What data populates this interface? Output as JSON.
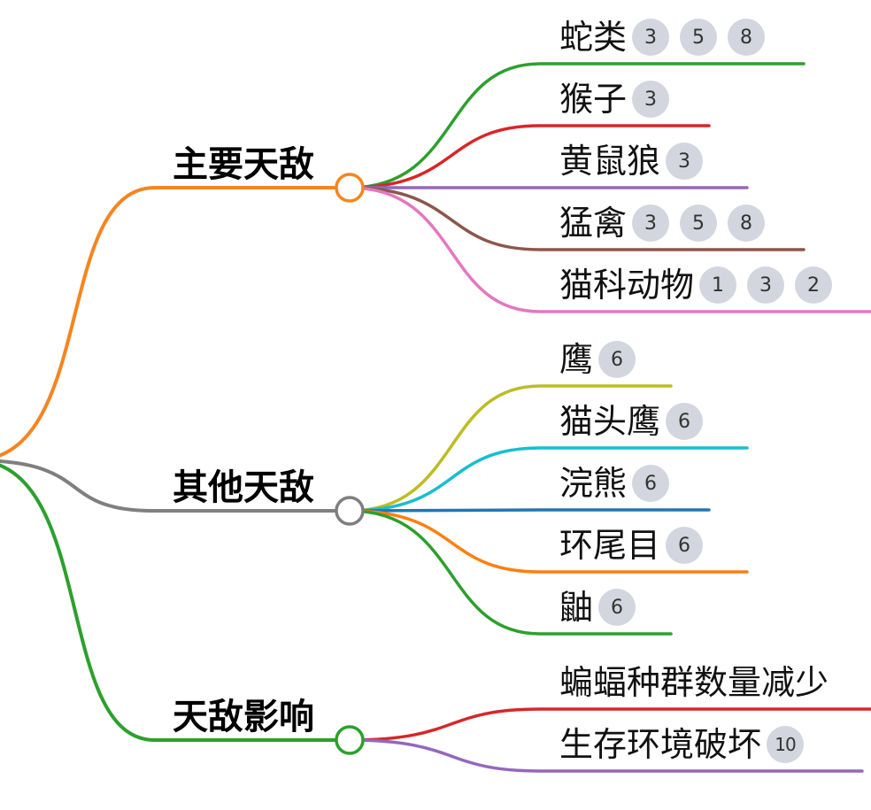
{
  "mindmap": {
    "branches": [
      {
        "label": "主要天敌",
        "color": "#f5851f",
        "leaves": [
          {
            "text": "蛇类",
            "badges": [
              "3",
              "5",
              "8"
            ],
            "color": "#2ca02c"
          },
          {
            "text": "猴子",
            "badges": [
              "3"
            ],
            "color": "#d62728"
          },
          {
            "text": "黄鼠狼",
            "badges": [
              "3"
            ],
            "color": "#9467bd"
          },
          {
            "text": "猛禽",
            "badges": [
              "3",
              "5",
              "8"
            ],
            "color": "#8c564b"
          },
          {
            "text": "猫科动物",
            "badges": [
              "1",
              "3",
              "2"
            ],
            "color": "#e377c2"
          }
        ]
      },
      {
        "label": "其他天敌",
        "color": "#7f7f7f",
        "leaves": [
          {
            "text": "鹰",
            "badges": [
              "6"
            ],
            "color": "#bcbd22"
          },
          {
            "text": "猫头鹰",
            "badges": [
              "6"
            ],
            "color": "#17becf"
          },
          {
            "text": "浣熊",
            "badges": [
              "6"
            ],
            "color": "#1f77b4"
          },
          {
            "text": "环尾目",
            "badges": [
              "6"
            ],
            "color": "#ff7f0e"
          },
          {
            "text": "鼬",
            "badges": [
              "6"
            ],
            "color": "#2ca02c"
          }
        ]
      },
      {
        "label": "天敌影响",
        "color": "#2ca02c",
        "leaves": [
          {
            "text": "蝙蝠种群数量减少",
            "badges": [],
            "color": "#d62728"
          },
          {
            "text": "生存环境破坏",
            "badges": [
              "10"
            ],
            "color": "#9467bd"
          }
        ]
      }
    ]
  }
}
